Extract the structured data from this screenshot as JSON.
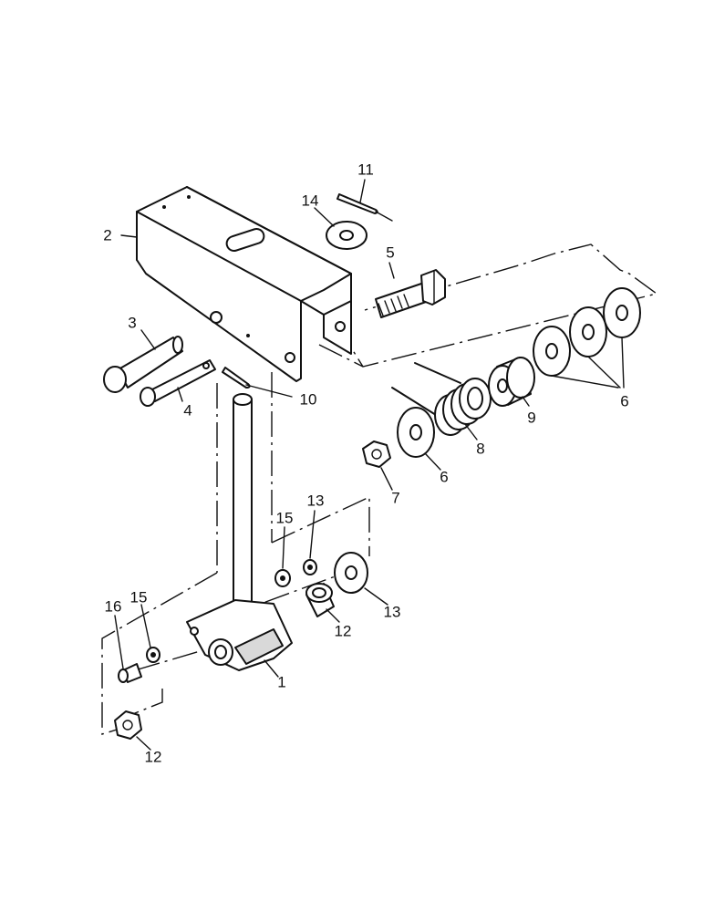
{
  "parts": [
    {
      "id": "p1",
      "number": "1"
    },
    {
      "id": "p2",
      "number": "2"
    },
    {
      "id": "p3",
      "number": "3"
    },
    {
      "id": "p4",
      "number": "4"
    },
    {
      "id": "p5",
      "number": "5"
    },
    {
      "id": "p6a",
      "number": "6"
    },
    {
      "id": "p6b",
      "number": "6"
    },
    {
      "id": "p7",
      "number": "7"
    },
    {
      "id": "p8",
      "number": "8"
    },
    {
      "id": "p9",
      "number": "9"
    },
    {
      "id": "p10",
      "number": "10"
    },
    {
      "id": "p11",
      "number": "11"
    },
    {
      "id": "p12a",
      "number": "12"
    },
    {
      "id": "p12b",
      "number": "12"
    },
    {
      "id": "p13a",
      "number": "13"
    },
    {
      "id": "p13b",
      "number": "13"
    },
    {
      "id": "p14",
      "number": "14"
    },
    {
      "id": "p15a",
      "number": "15"
    },
    {
      "id": "p15b",
      "number": "15"
    },
    {
      "id": "p16",
      "number": "16"
    }
  ]
}
